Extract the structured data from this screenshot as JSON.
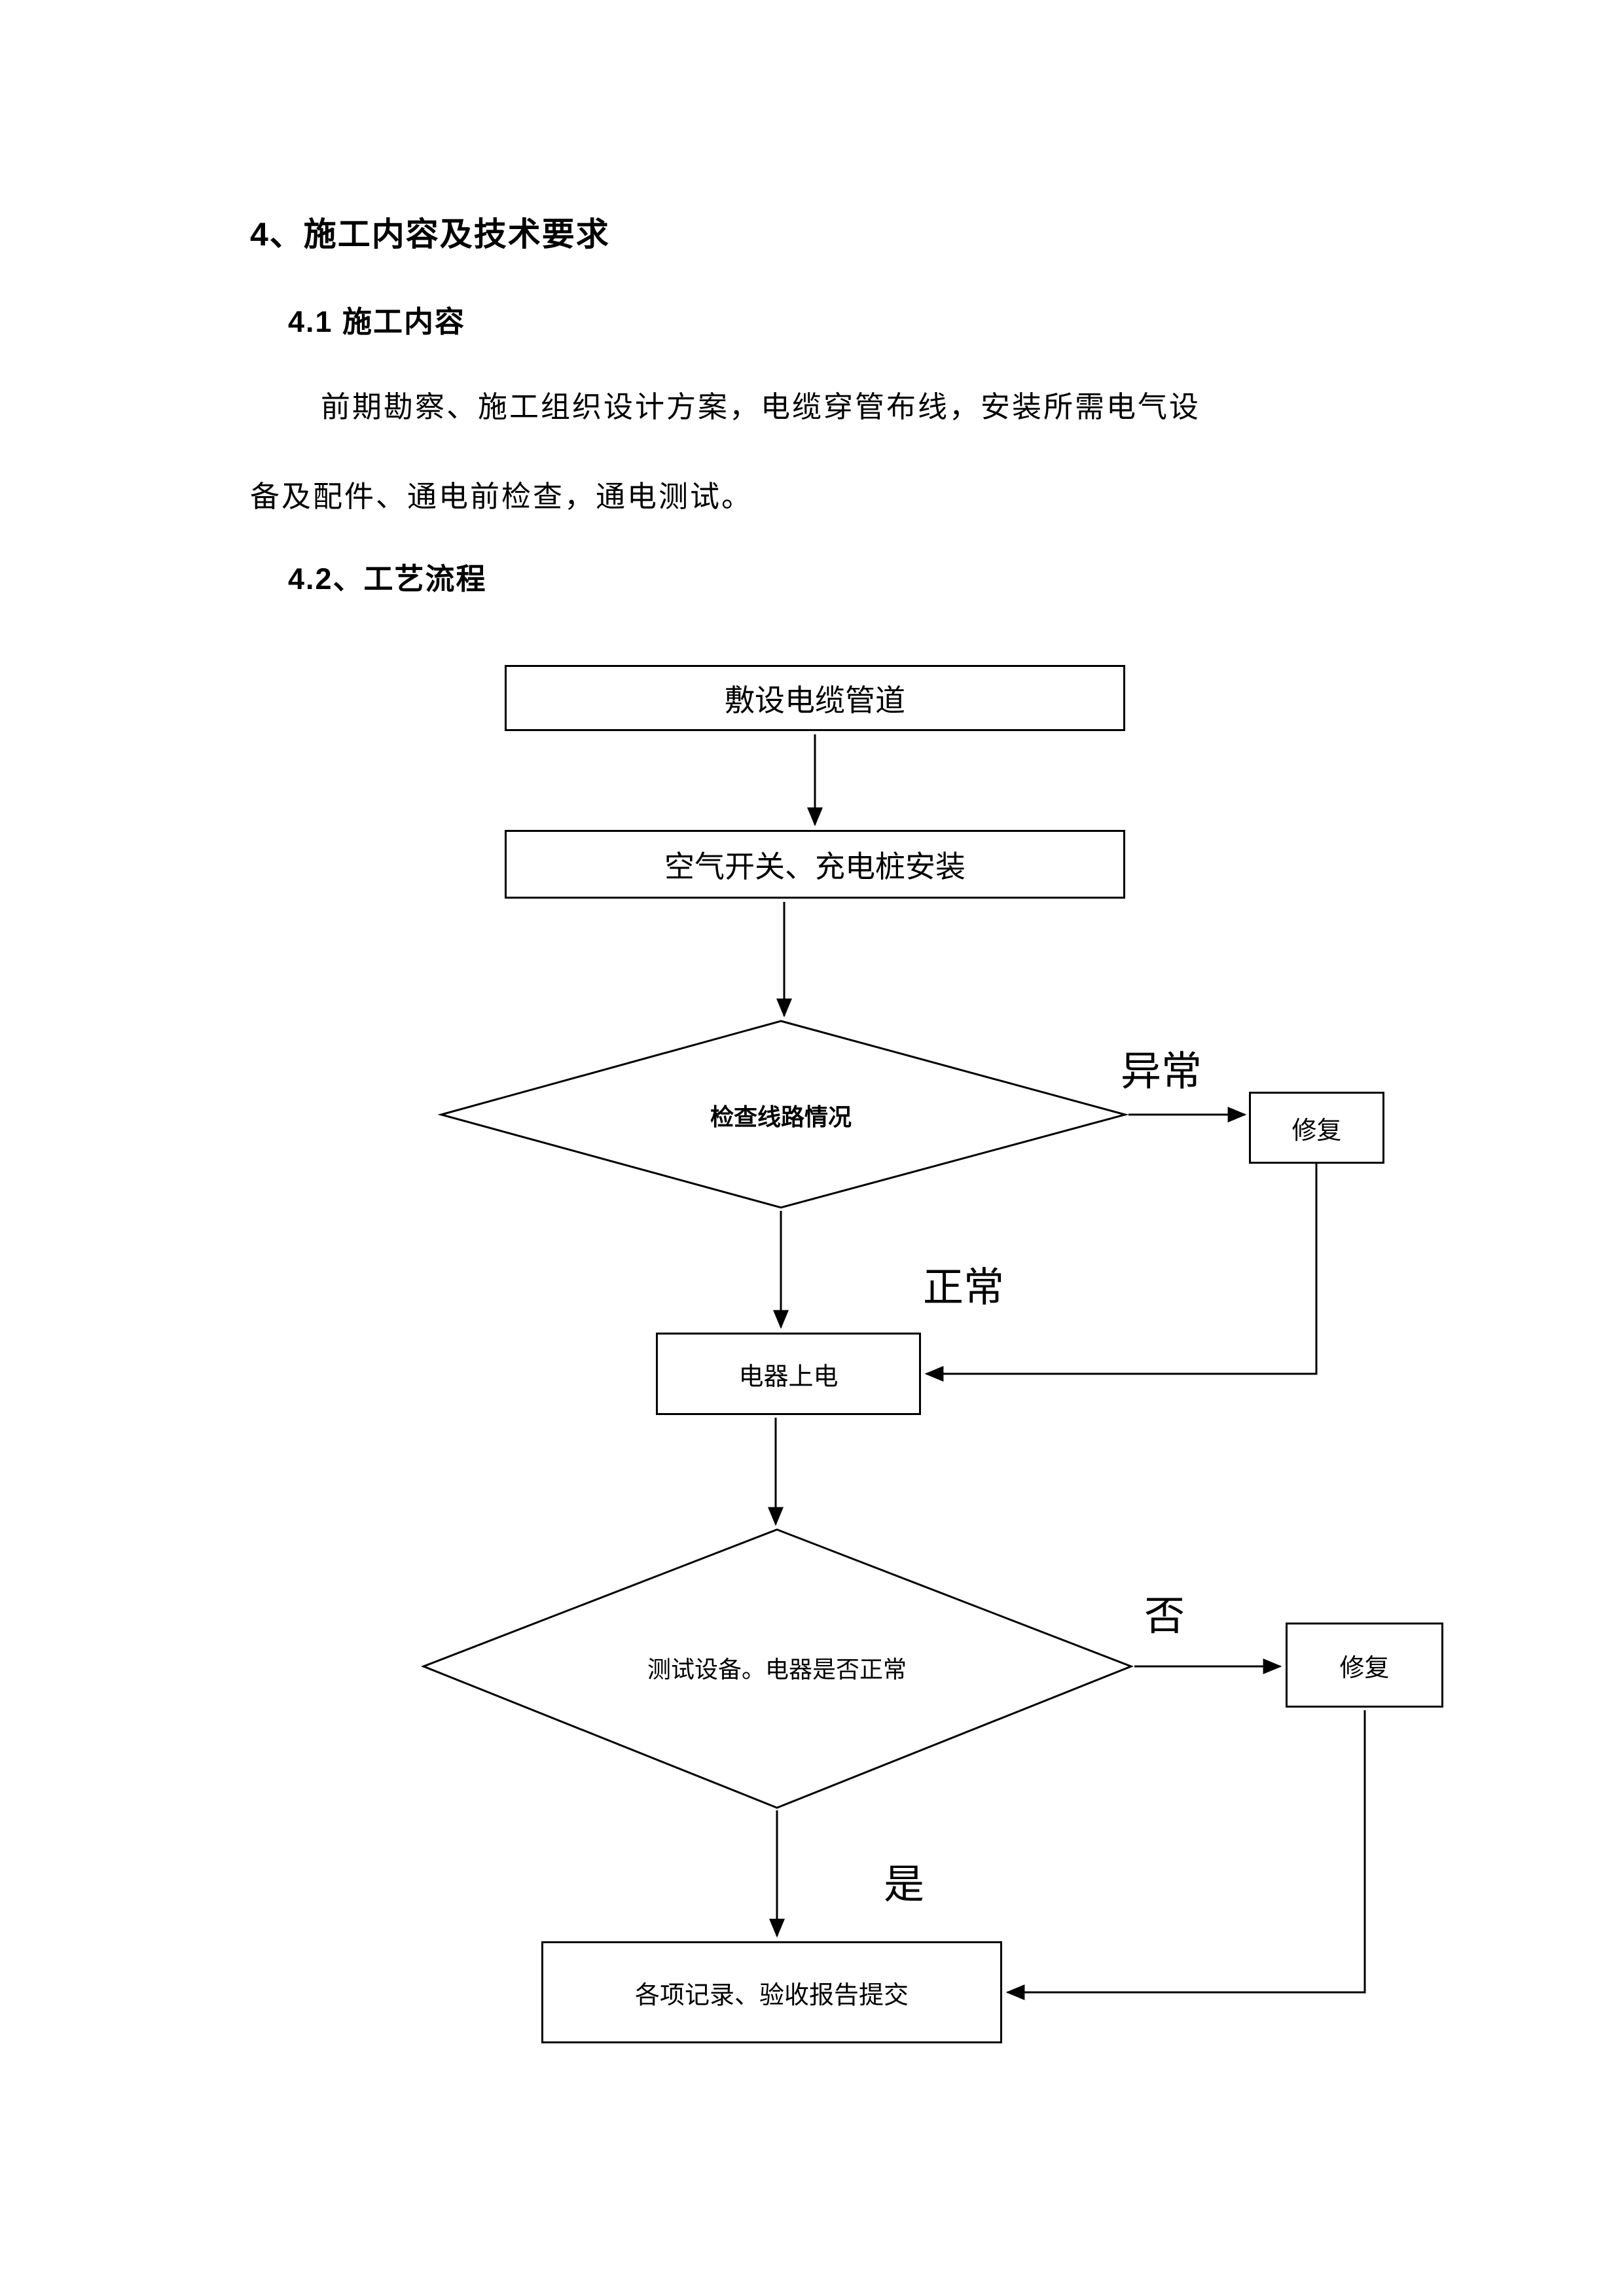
{
  "document": {
    "heading1": "4、施工内容及技术要求",
    "heading2": "4.1 施工内容",
    "paragraph": {
      "line1": "前期勘察、施工组织设计方案，电缆穿管布线，安装所需电气设",
      "line2": "备及配件、通电前检查，通电测试。"
    },
    "heading3": "4.2、工艺流程"
  },
  "flowchart": {
    "boxes": {
      "lay_cable": "敷设电缆管道",
      "install": "空气开关、充电桩安装",
      "decision1": "检查线路情况",
      "repair1": "修复",
      "power_on": "电器上电",
      "decision2": "测试设备。电器是否正常",
      "repair2": "修复",
      "final": "各项记录、验收报告提交"
    },
    "labels": {
      "abnormal": "异常",
      "normal": "正常",
      "no": "否",
      "yes": "是"
    }
  }
}
